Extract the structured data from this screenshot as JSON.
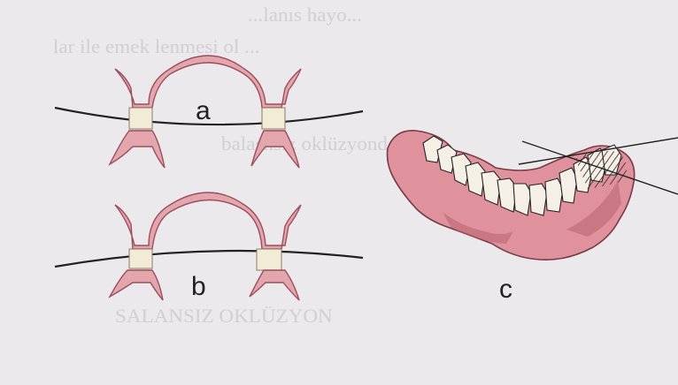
{
  "figure": {
    "label_a": "a",
    "label_b": "b",
    "label_c": "c"
  },
  "colors": {
    "page": "#ebe9ec",
    "gingiva": "#e3a6ad",
    "gingiva_edge": "#9b4e5c",
    "tooth_fill": "#f2ecd6",
    "line": "#222222",
    "denture_base": "#df929c"
  },
  "bleed_through": [
    "...lanıs hayo...",
    "lar ile emek lenmesi ol ...",
    "balasnsiz oklüzyonda...",
    "SALANSIZ OKLÜZYON"
  ]
}
